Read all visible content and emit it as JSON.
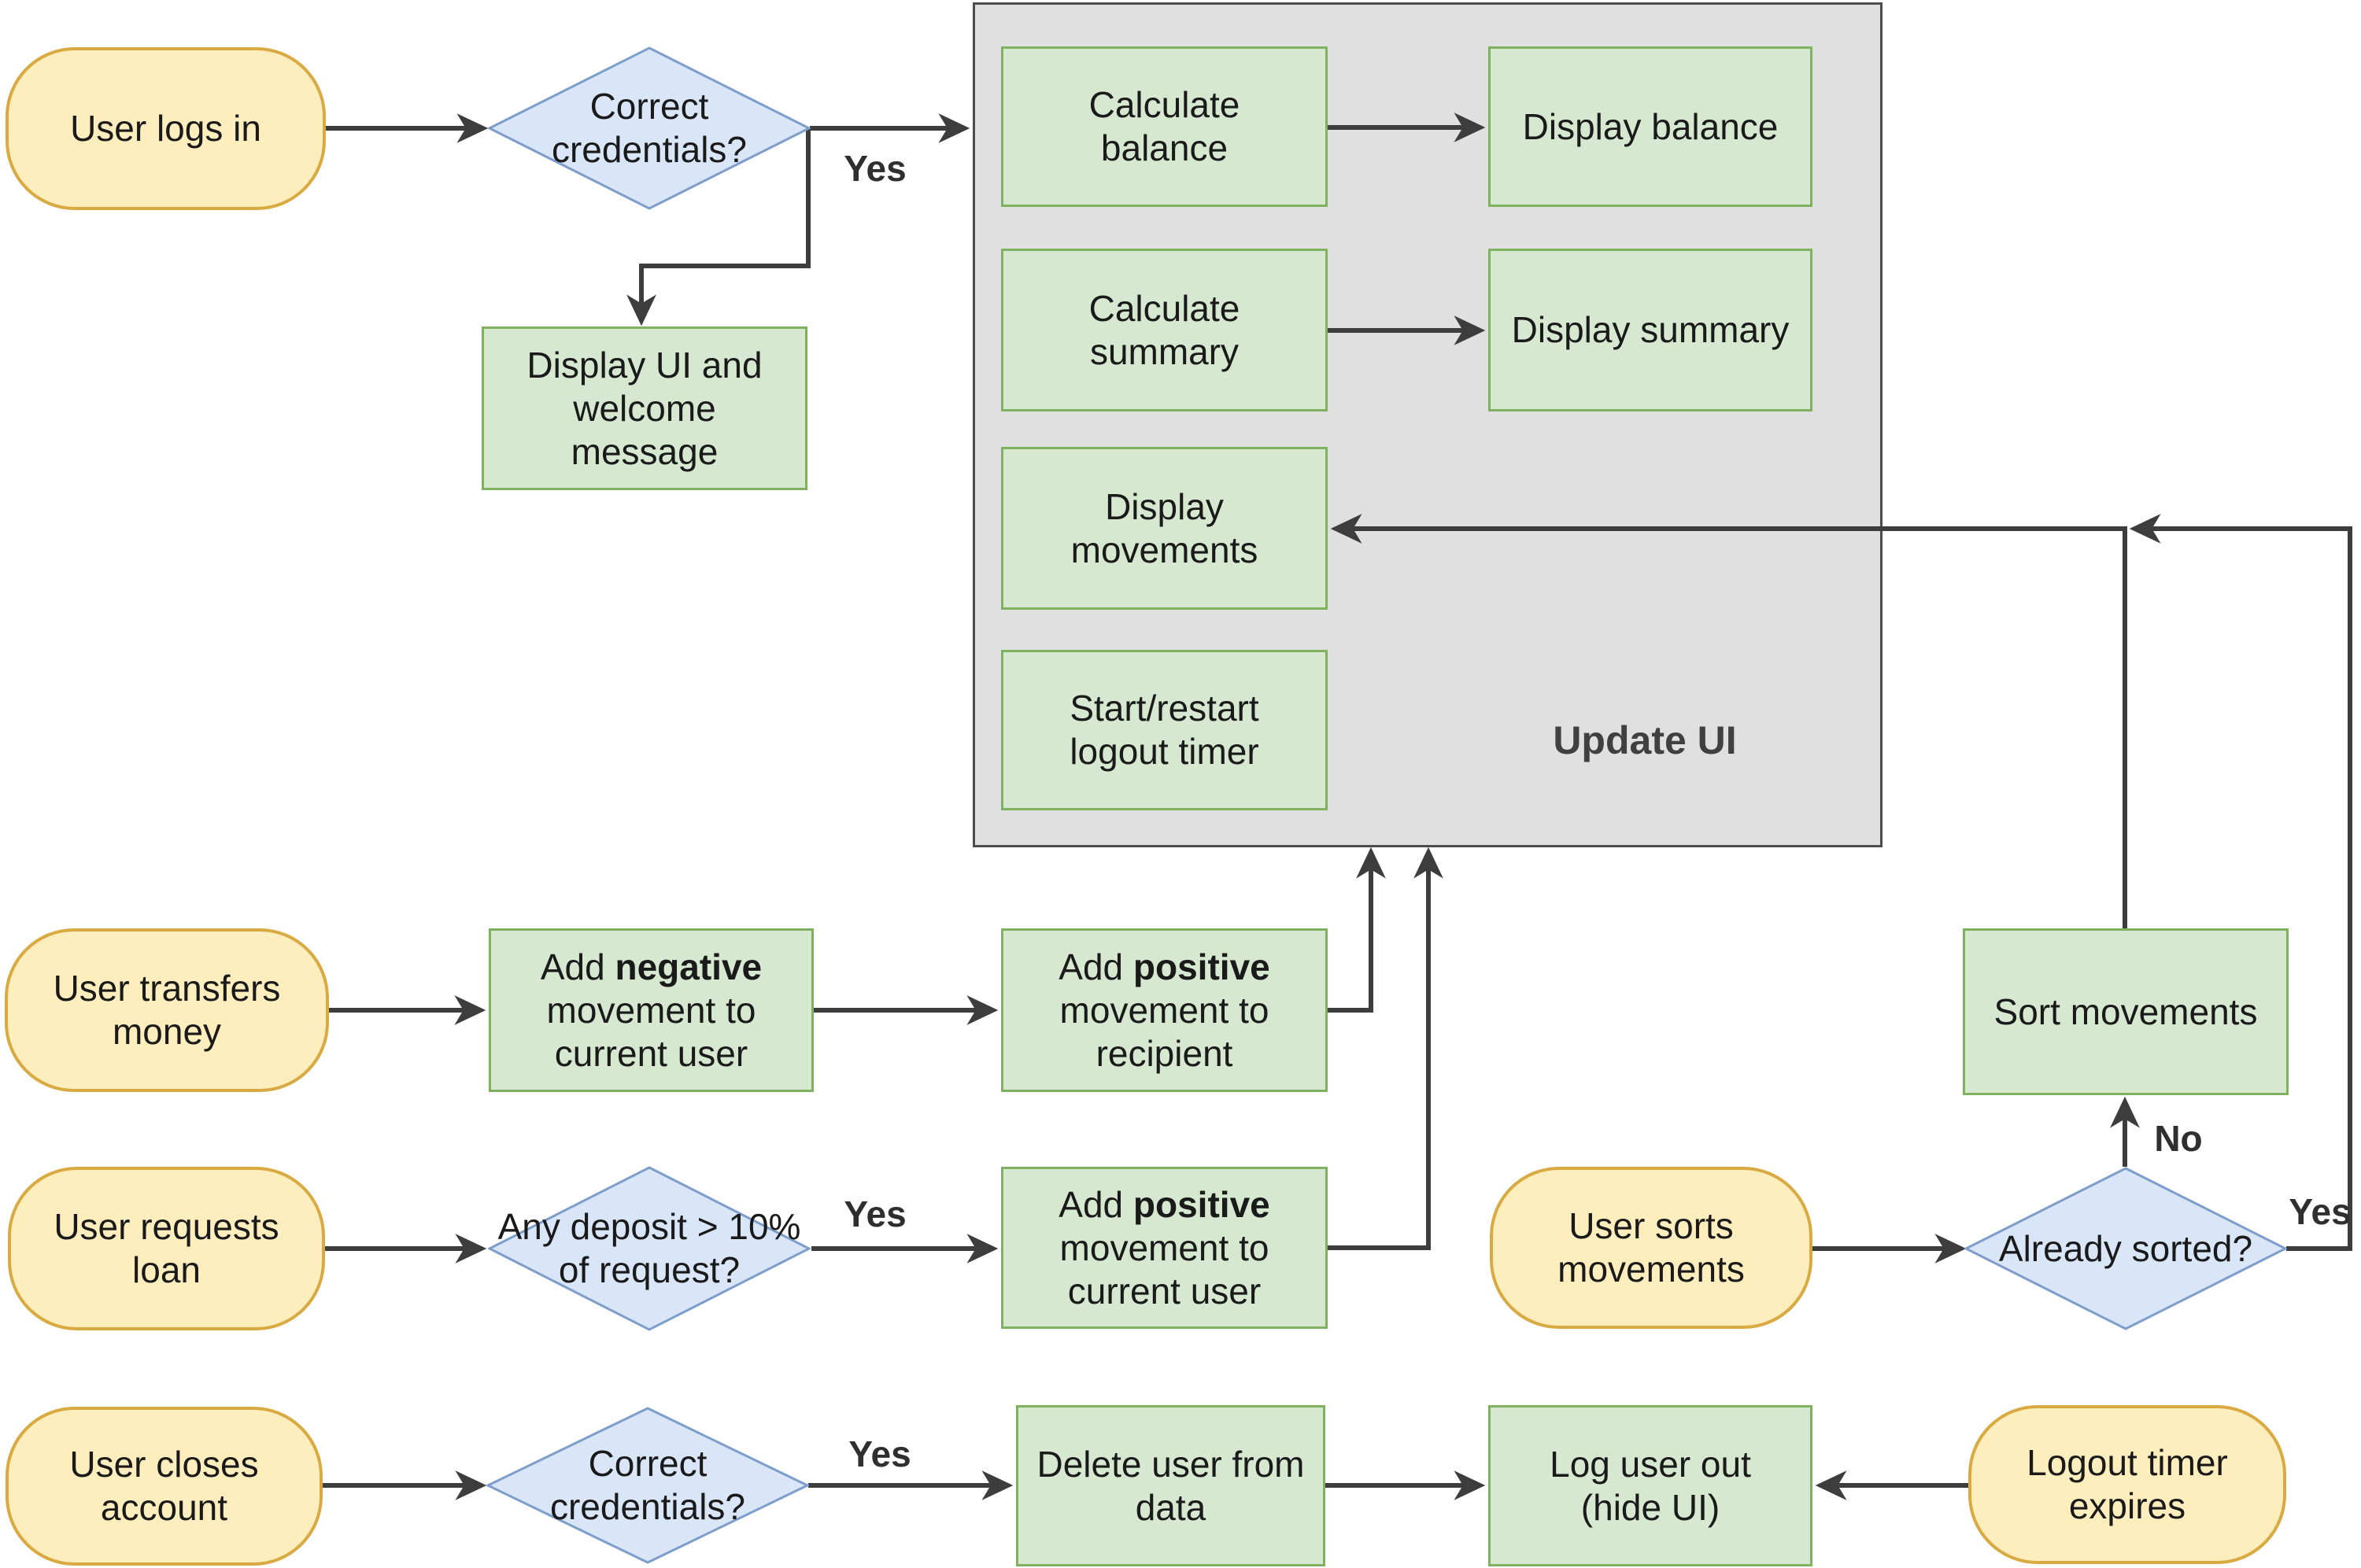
{
  "colors": {
    "start_fill": "#ffeebd",
    "start_stroke": "#d9aa41",
    "decision_fill": "#d9e6f8",
    "decision_stroke": "#7d9dcb",
    "process_fill": "#d6e8d0",
    "process_stroke": "#7fb25e",
    "group_fill": "#e0e0e0",
    "group_stroke": "#4d4d4d",
    "edge": "#3d3d3d",
    "text": "#1a1a1a"
  },
  "panel": {
    "title": "Update UI"
  },
  "nodes": {
    "userLogsIn": "User logs in",
    "correctCredentials1": [
      "Correct",
      "credentials?"
    ],
    "displayUi": [
      "Display UI and",
      "welcome",
      "message"
    ],
    "calculateBalance": [
      "Calculate",
      "balance"
    ],
    "displayBalance": "Display balance",
    "calculateSummary": [
      "Calculate",
      "summary"
    ],
    "displaySummary": "Display summary",
    "displayMovements": [
      "Display",
      "movements"
    ],
    "startRestartTimer": [
      "Start/restart",
      "logout timer"
    ],
    "userTransfers": [
      "User transfers",
      "money"
    ],
    "addNegative": {
      "line1pre": "Add ",
      "line1bold": "negative",
      "line2": "movement to",
      "line3": "current user"
    },
    "addPositiveRecipient": {
      "line1pre": "Add ",
      "line1bold": "positive",
      "line2": "movement to",
      "line3": "recipient"
    },
    "userRequestsLoan": [
      "User requests",
      "loan"
    ],
    "anyDeposit": [
      "Any deposit > 10%",
      "of request?"
    ],
    "addPositiveCurrent": {
      "line1pre": "Add ",
      "line1bold": "positive",
      "line2": "movement to",
      "line3": "current user"
    },
    "userSorts": [
      "User sorts",
      "movements"
    ],
    "alreadySorted": "Already sorted?",
    "sortMovements": "Sort movements",
    "userCloses": [
      "User closes",
      "account"
    ],
    "correctCredentials2": [
      "Correct",
      "credentials?"
    ],
    "deleteUser": [
      "Delete user from",
      "data"
    ],
    "logUserOut": [
      "Log user out",
      "(hide UI)"
    ],
    "logoutTimer": [
      "Logout timer",
      "expires"
    ]
  },
  "edgeLabels": {
    "yesLogin": "Yes",
    "yesLoan": "Yes",
    "noSorted": "No",
    "yesSorted": "Yes",
    "yesClose": "Yes"
  }
}
